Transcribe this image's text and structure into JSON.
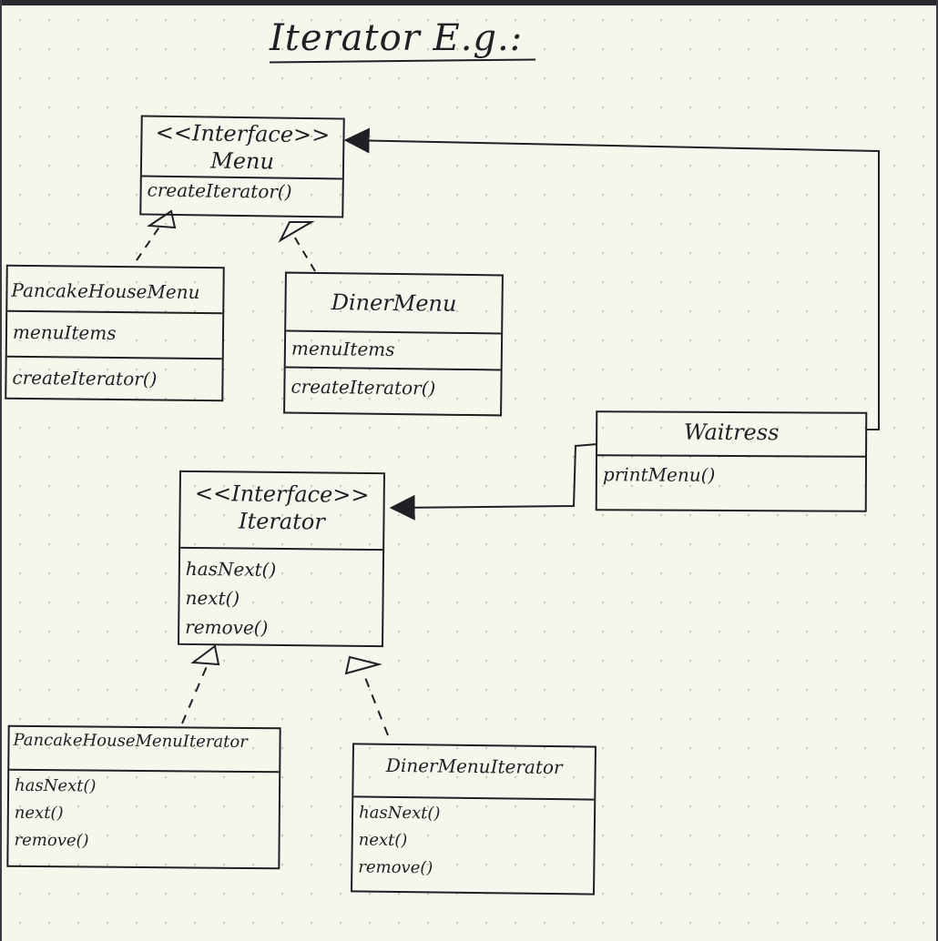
{
  "title": "Iterator E.g.:",
  "classes": {
    "menu": {
      "stereotype": "<<Interface>>",
      "name": "Menu",
      "methods": [
        "createIterator()"
      ]
    },
    "pancake_house_menu": {
      "name": "PancakeHouseMenu",
      "fields": [
        "menuItems"
      ],
      "methods": [
        "createIterator()"
      ]
    },
    "diner_menu": {
      "name": "DinerMenu",
      "fields": [
        "menuItems"
      ],
      "methods": [
        "createIterator()"
      ]
    },
    "waitress": {
      "name": "Waitress",
      "methods": [
        "printMenu()"
      ]
    },
    "iterator": {
      "stereotype": "<<Interface>>",
      "name": "Iterator",
      "methods": [
        "hasNext()",
        "next()",
        "remove()"
      ]
    },
    "pancake_house_menu_iterator": {
      "name": "PancakeHouseMenuIterator",
      "methods": [
        "hasNext()",
        "next()",
        "remove()"
      ]
    },
    "diner_menu_iterator": {
      "name": "DinerMenuIterator",
      "methods": [
        "hasNext()",
        "next()",
        "remove()"
      ]
    }
  },
  "colors": {
    "background": "#f7f6ed",
    "ink": "#1f1f24",
    "dots": "#c9c8bd"
  }
}
